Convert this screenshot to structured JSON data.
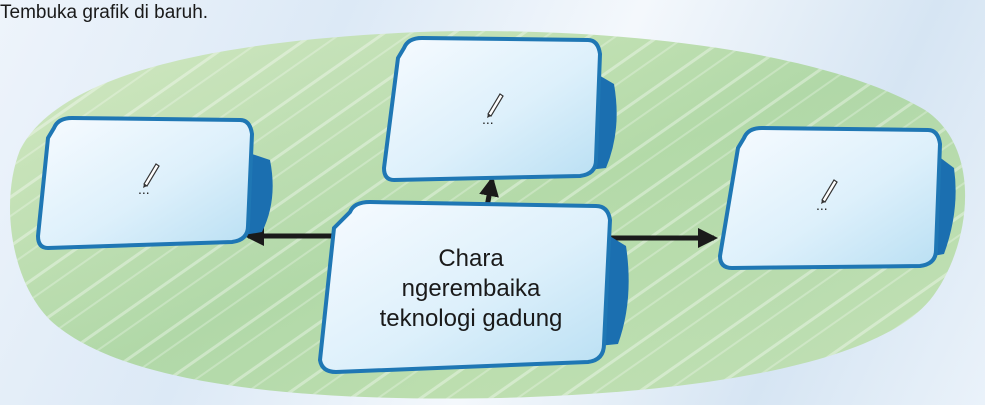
{
  "instruction": "Tembuka grafik di baruh.",
  "center_card": {
    "lines": [
      "Chara",
      "ngerembaika",
      "teknologi gadung"
    ]
  },
  "answer_cards": [
    {
      "id": "left",
      "icon": "pen-icon",
      "placeholder": "..."
    },
    {
      "id": "top",
      "icon": "pen-icon",
      "placeholder": "..."
    },
    {
      "id": "right",
      "icon": "pen-icon",
      "placeholder": "..."
    }
  ],
  "colors": {
    "card_border": "#1f77b4",
    "card_fill_top": "#f7fbff",
    "card_fill_bottom": "#b9dff3",
    "card_tab": "#1b6fb0",
    "leaf_green": "#9ccf8b",
    "arrow": "#1a1a1a"
  }
}
